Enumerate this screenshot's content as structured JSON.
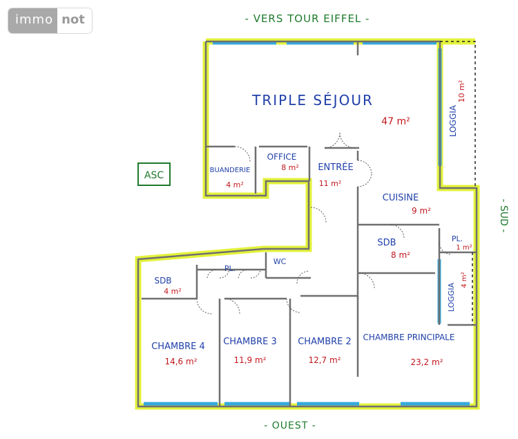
{
  "logo": {
    "part1": "immo",
    "part2": "not"
  },
  "orientation": {
    "north": "- VERS TOUR EIFFEL -",
    "east": "- SUD -",
    "south": "- OUEST -"
  },
  "elevator": "ASC",
  "rooms": {
    "sejour": {
      "name": "TRIPLE SÉJOUR",
      "area": "47 m²"
    },
    "loggia_est": {
      "name": "LOGGIA",
      "area": "10 m²"
    },
    "buanderie": {
      "name": "BUANDERIE",
      "area": "4 m²"
    },
    "office": {
      "name": "OFFICE",
      "area": "8 m²"
    },
    "entree": {
      "name": "ENTRÉE",
      "area": "11 m²"
    },
    "cuisine": {
      "name": "CUISINE",
      "area": "9 m²"
    },
    "sdb_principale": {
      "name": "SDB",
      "area": "8 m²"
    },
    "placard_principal": {
      "name": "PL.",
      "area": "1 m²"
    },
    "loggia_sud": {
      "name": "LOGGIA",
      "area": "4 m²"
    },
    "wc": {
      "name": "WC"
    },
    "placard_couloir": {
      "name": "PL."
    },
    "sdb_enfants": {
      "name": "SDB",
      "area": "4 m²"
    },
    "chambre4": {
      "name": "CHAMBRE 4",
      "area": "14,6 m²"
    },
    "chambre3": {
      "name": "CHAMBRE 3",
      "area": "11,9 m²"
    },
    "chambre2": {
      "name": "CHAMBRE 2",
      "area": "12,7 m²"
    },
    "chambre_principale": {
      "name": "CHAMBRE PRINCIPALE",
      "area": "23,2 m²"
    }
  },
  "colors": {
    "wall": "#6f6f6f",
    "wall_highlight": "#e3f23b",
    "window": "#35a9dd",
    "room_name": "#1f3fa8",
    "area": "#c2161d",
    "orientation": "#1d7a2b"
  }
}
